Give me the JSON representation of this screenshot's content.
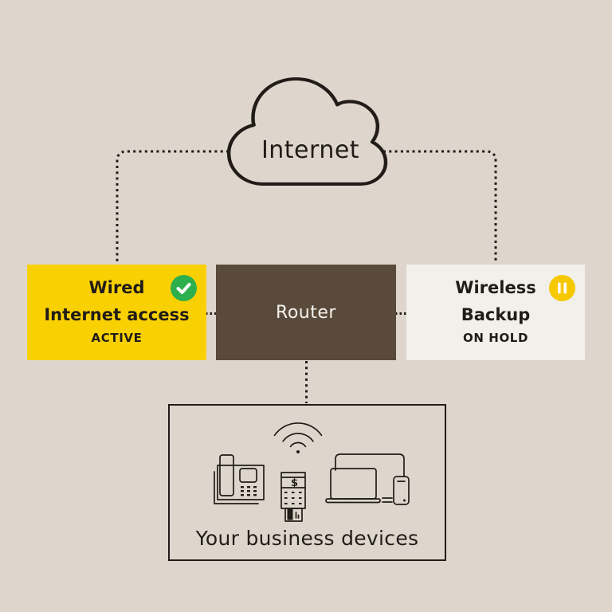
{
  "cloud": {
    "label": "Internet"
  },
  "nodes": {
    "wired": {
      "title": [
        "Wired",
        "Internet access"
      ],
      "status": "ACTIVE",
      "badge": "check-icon"
    },
    "router": {
      "label": "Router"
    },
    "wireless": {
      "title": [
        "Wireless",
        "Backup"
      ],
      "status": "ON HOLD",
      "badge": "pause-icon"
    }
  },
  "devices": {
    "label": "Your business devices",
    "currency_symbol": "$",
    "icons": [
      "wifi-icon",
      "desk-phone-icon",
      "payment-terminal-icon",
      "monitor-icon",
      "laptop-icon",
      "smartphone-icon"
    ]
  },
  "colors": {
    "background": "#DED6CD",
    "wired_bg": "#F9D103",
    "router_bg": "#594A3B",
    "wireless_bg": "#F2F0EB",
    "badge_green": "#2EAF4D",
    "badge_yellow": "#F6C800",
    "line": "#211C18",
    "text": "#211C18",
    "router_text": "#F5F2ED"
  }
}
